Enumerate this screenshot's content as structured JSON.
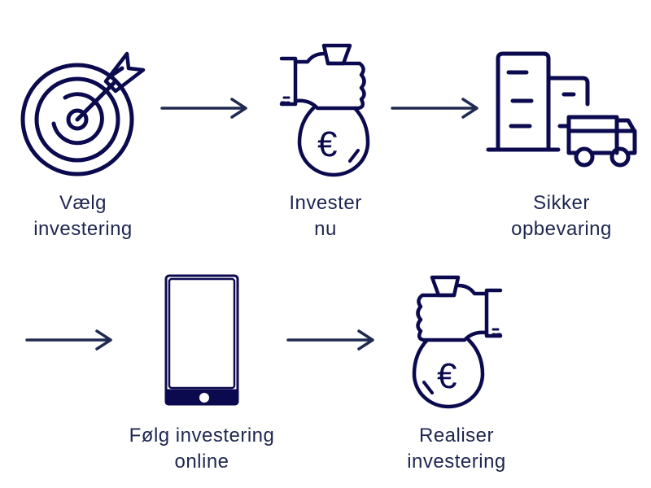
{
  "colors": {
    "icon": "#0b0a4f",
    "arrow": "#1f2a50",
    "text": "#1e2650"
  },
  "steps": [
    {
      "icon": "target-icon",
      "lines": [
        "Vælg",
        "investering"
      ]
    },
    {
      "icon": "money-bag-euro-icon",
      "lines": [
        "Invester",
        "nu"
      ]
    },
    {
      "icon": "warehouse-truck-icon",
      "lines": [
        "Sikker",
        "opbevaring"
      ]
    },
    {
      "icon": "smartphone-icon",
      "lines": [
        "Følg investering",
        "online"
      ]
    },
    {
      "icon": "money-bag-euro-icon",
      "lines": [
        "Realiser",
        "investering"
      ]
    }
  ]
}
